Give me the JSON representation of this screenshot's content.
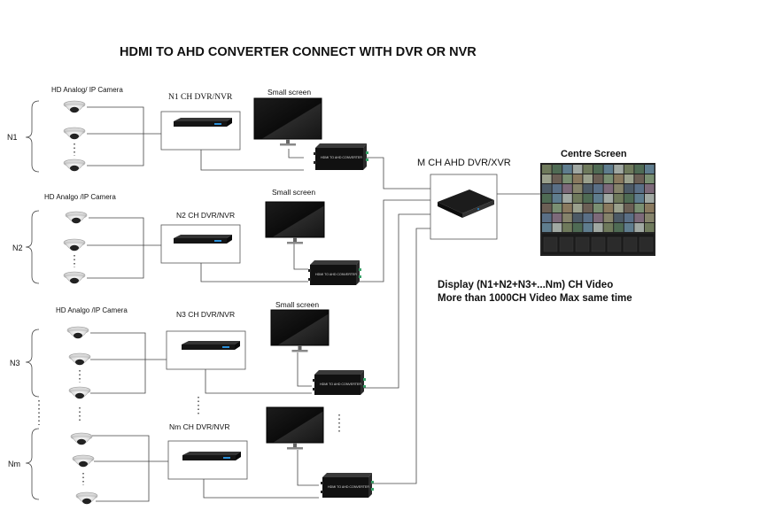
{
  "title": "HDMI TO AHD CONVERTER CONNECT WITH DVR OR NVR",
  "groups": [
    {
      "label": "N1",
      "camera_label": "HD Analog/ IP Camera",
      "dvr_label": "N1 CH DVR/NVR",
      "screen_label": "Small screen",
      "converter_text": "HDMI TO AHD CONVERTER"
    },
    {
      "label": "N2",
      "camera_label": "HD Analgo /IP Camera",
      "dvr_label": "N2 CH DVR/NVR",
      "screen_label": "Small screen",
      "converter_text": "HDMI TO AHD CONVERTER"
    },
    {
      "label": "N3",
      "camera_label": "HD Analgo /IP Camera",
      "dvr_label": "N3 CH DVR/NVR",
      "screen_label": "Small screen",
      "converter_text": "HDMI TO AHD CONVERTER"
    },
    {
      "label": "Nm",
      "camera_label": "",
      "dvr_label": "Nm CH DVR/NVR",
      "screen_label": "",
      "converter_text": "HDMI TO AHD CONVERTER"
    }
  ],
  "central_dvr_label": "M CH AHD DVR/XVR",
  "centre_screen_label": "Centre  Screen",
  "display_line1": "Display (N1+N2+N3+...Nm) CH Video",
  "display_line2": "More than 1000CH Video Max same time",
  "colors": {
    "device": "#1a1a1a",
    "line": "#444444",
    "led": "#2a8fd8",
    "port": "#3aa36a"
  }
}
